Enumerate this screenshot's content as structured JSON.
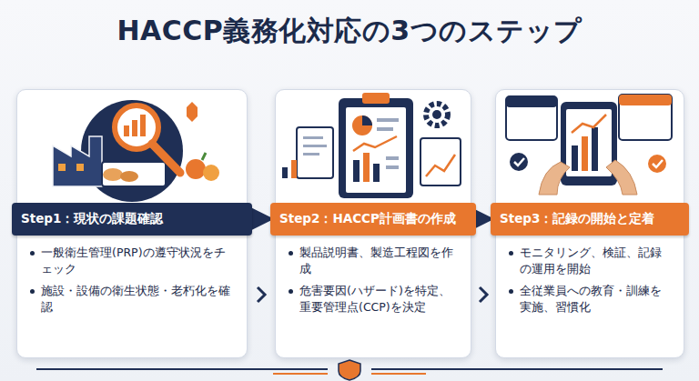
{
  "diagram": {
    "title": "HACCP義務化対応の3つのステップ",
    "nodes": [
      {
        "text": [
          "Step1：現状の課題確認",
          "一般衛生管理(PRP)の遵守状況をチェック",
          "施設・設備の衛生状態・老朽化を確認"
        ]
      },
      {
        "text": [
          "Step2：HACCP計画書の作成",
          "製品説明書、製造工程図を作成",
          "危害要因(ハザード)を特定、重要管理点(CCP)を決定"
        ]
      },
      {
        "text": [
          "Step3：記録の開始と定着",
          "モニタリング、検証、記録の運用を開始",
          "全従業員への教育・訓練を実施、習慣化"
        ]
      }
    ],
    "edges": [
      {
        "from": 0,
        "to": 1,
        "arrow": "to"
      },
      {
        "from": 1,
        "to": 2,
        "arrow": "to"
      }
    ]
  }
}
